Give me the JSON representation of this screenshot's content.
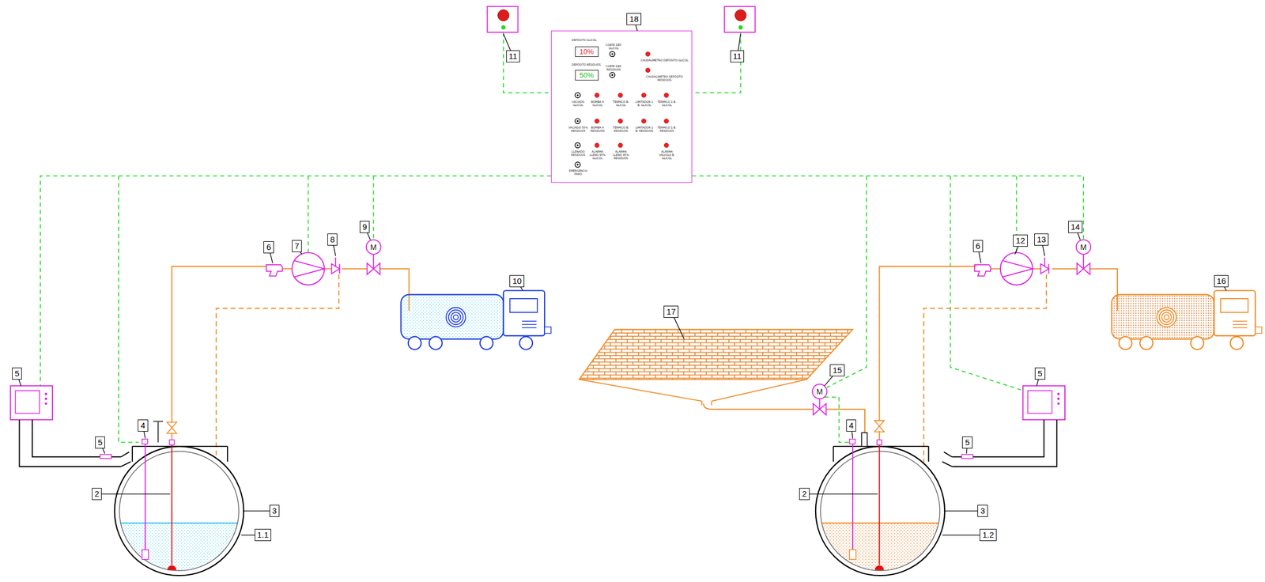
{
  "diagram": {
    "nodes": [
      {
        "text": [
          "DEPÓSITO GLICOL",
          "CORTE DEP. GLICOL",
          "CAUDALÍMETRO DEPÓSITO GLICOL",
          "DEPÓSITO RESIDUOS",
          "CORTE DEP. RESIDUOS",
          "CAUDALÍMETRO DEPÓSITO RESIDUOS",
          "VACIADO GLICOL",
          "BOMBA A GLICOL",
          "TÉRMICO B. GLICOL",
          "LIMITADOR 1 B. GLICOL",
          "TÉRMICO 1 B. GLICOL",
          "VACIADO 50% RESIDUOS",
          "BOMBA A RESIDUOS",
          "TÉRMICO B. RESIDUOS",
          "LIMITADOR 1 B. RESIDUOS",
          "TÉRMICO 1 B. RESIDUOS",
          "LLENADO RESIDUOS",
          "ALARMA LLENO 95% GLICOL",
          "ALARMA LLENO 95% RESIDUOS",
          "ALARMA VÁLVULA B. GLICOL",
          "EMERGENCIA PARO"
        ]
      },
      {
        "text": [
          "10%"
        ],
        "in": 0
      },
      {
        "text": [
          "50%"
        ],
        "in": 0
      }
    ],
    "labels": [
      "11",
      "18",
      "11",
      "9",
      "7",
      "6",
      "8",
      "10",
      "14",
      "6",
      "12",
      "13",
      "16",
      "17",
      "15",
      "5",
      "5",
      "4",
      "5",
      "4",
      "5",
      "2",
      "3",
      "1.1",
      "2",
      "3",
      "1.2",
      "M",
      "M",
      "M"
    ]
  }
}
